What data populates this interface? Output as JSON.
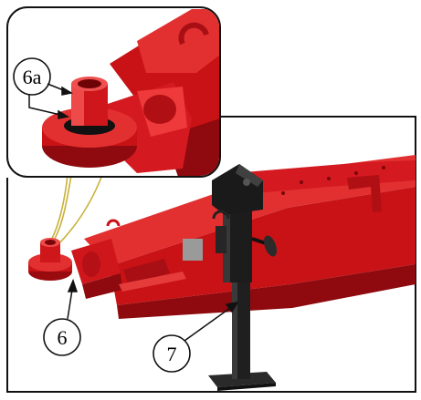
{
  "callouts": {
    "inset_label": "6a",
    "hitch_label": "6",
    "jack_label": "7"
  },
  "colors": {
    "frame_red": "#d0141a",
    "frame_red_dark": "#8e0a0e",
    "frame_red_light": "#ee3a3a",
    "jack_black": "#1c1c1c",
    "plate_gray": "#9a9a9a",
    "leader_yellow": "#d8c24a"
  }
}
